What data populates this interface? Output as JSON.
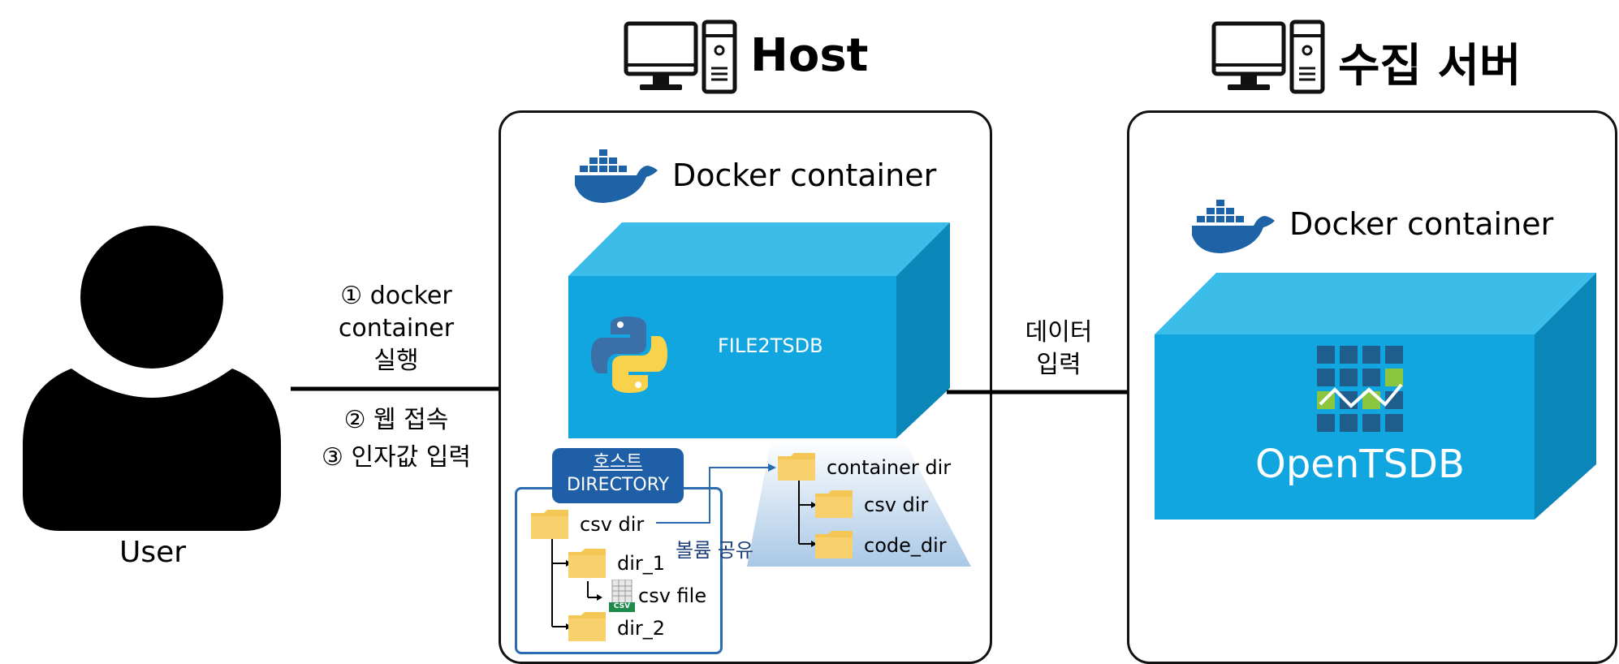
{
  "host": {
    "title": "Host"
  },
  "server": {
    "title": "수집 서버"
  },
  "user": {
    "label": "User"
  },
  "steps": {
    "step1_line1": "① docker",
    "step1_line2": "container",
    "step1_line3": "실행",
    "step2": "② 웹 접속",
    "step3": "③ 인자값 입력"
  },
  "data_input": {
    "line1": "데이터",
    "line2": "입력"
  },
  "docker_host": {
    "label": "Docker container"
  },
  "docker_server": {
    "label": "Docker container"
  },
  "file2tsdb": {
    "label": "FILE2TSDB"
  },
  "opentsdb": {
    "label": "OpenTSDB"
  },
  "host_directory": {
    "badge_line1": "호스트",
    "badge_line2": "DIRECTORY"
  },
  "host_tree": {
    "csv_dir": "csv dir",
    "dir_1": "dir_1",
    "csv_file": "csv file",
    "dir_2": "dir_2",
    "csv_icon_text": "CSV"
  },
  "volume_share": {
    "label": "볼륨 공유"
  },
  "container_tree": {
    "container_dir": "container dir",
    "csv_dir": "csv dir",
    "code_dir": "code_dir"
  },
  "colors": {
    "cube_front": "#12a6e0",
    "cube_top": "#3cbce8",
    "cube_side": "#0b86b8",
    "docker_blue": "#1d63a6",
    "folder": "#f4c656",
    "dir_border": "#2b6cb0",
    "opentsdb_green": "#8cc63f",
    "opentsdb_blue": "#1e5d8c"
  }
}
